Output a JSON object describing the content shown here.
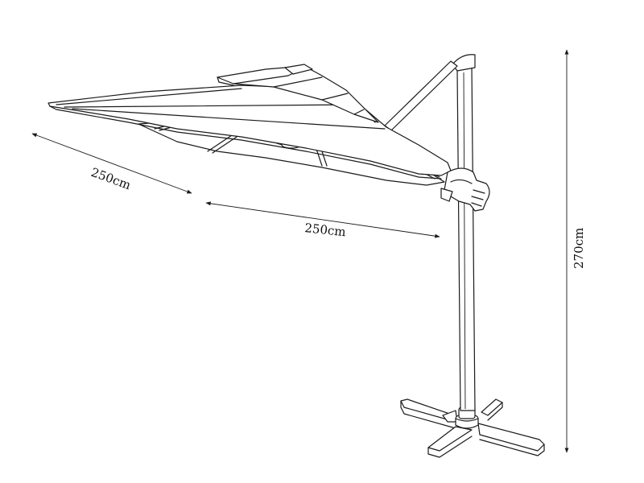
{
  "dimensions": {
    "canopy_depth": "250cm",
    "canopy_width": "250cm",
    "total_height": "270cm"
  },
  "colors": {
    "line": "#1a1a1a",
    "background": "#ffffff"
  }
}
